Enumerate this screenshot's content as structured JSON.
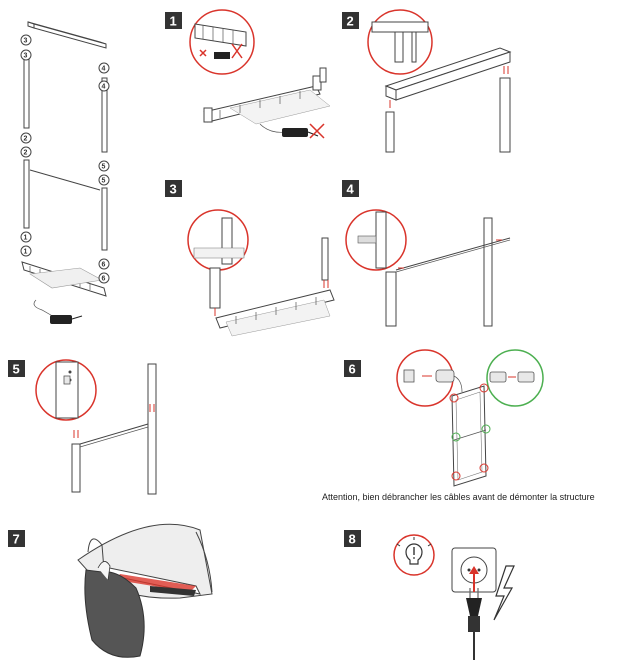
{
  "steps": [
    {
      "label": "1"
    },
    {
      "label": "2"
    },
    {
      "label": "3"
    },
    {
      "label": "4"
    },
    {
      "label": "5"
    },
    {
      "label": "6"
    },
    {
      "label": "7"
    },
    {
      "label": "8"
    }
  ],
  "part_numbers": {
    "left_top": [
      "3",
      "3"
    ],
    "left_upper": [
      "2",
      "2"
    ],
    "left_lower": [
      "1",
      "1"
    ],
    "right_top": [
      "4",
      "4"
    ],
    "right_mid": [
      "5",
      "5"
    ],
    "right_low": [
      "6",
      "6"
    ]
  },
  "warning_text": "Attention, bien débrancher les câbles avant de démonter la structure",
  "colors": {
    "badge": "#333333",
    "highlight_red": "#d9342b",
    "highlight_green": "#4caf50"
  },
  "icons": [
    "exploded-frame",
    "power-adapter",
    "led-bar",
    "top-rail",
    "crossbar",
    "connector",
    "warning-bulb-icon",
    "power-plug-icon",
    "lightning-icon"
  ]
}
